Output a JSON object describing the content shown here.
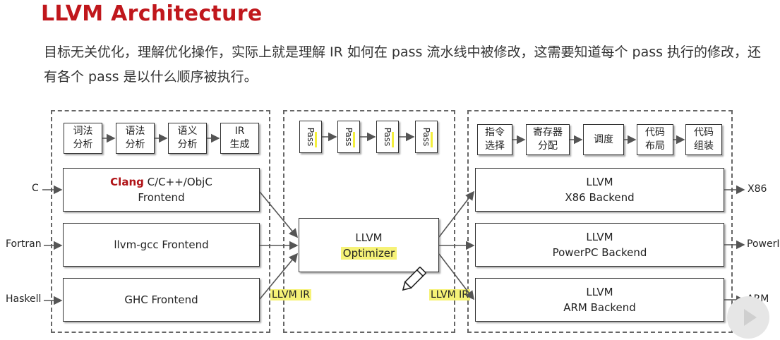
{
  "title": "LLVM Architecture",
  "description": "目标无关优化，理解优化操作，实际上就是理解 IR 如何在 pass 流水线中被修改，这需要知道每个 pass 执行的修改，还有各个 pass 是以什么顺序被执行。",
  "frontend": {
    "steps": [
      [
        "词法",
        "分析"
      ],
      [
        "语法",
        "分析"
      ],
      [
        "语义",
        "分析"
      ],
      [
        "IR",
        "生成"
      ]
    ],
    "inputs": [
      "C",
      "Fortran",
      "Haskell"
    ],
    "clang": {
      "brand": "Clang",
      "langs": "C/C++/ObjC",
      "suffix": "Frontend"
    },
    "llvm_gcc": "llvm-gcc Frontend",
    "ghc": "GHC Frontend"
  },
  "optimizer": {
    "passes": [
      "Pass",
      "Pass",
      "Pass",
      "Pass"
    ],
    "name": "LLVM",
    "sub": "Optimizer"
  },
  "ir_labels": [
    "LLVM IR",
    "LLVM IR"
  ],
  "backend": {
    "steps": [
      [
        "指令",
        "选择"
      ],
      [
        "寄存器",
        "分配"
      ],
      [
        "调度"
      ],
      [
        "代码",
        "布局"
      ],
      [
        "代码",
        "组装"
      ]
    ],
    "boxes": [
      {
        "name": "LLVM",
        "sub": "X86 Backend"
      },
      {
        "name": "LLVM",
        "sub": "PowerPC Backend"
      },
      {
        "name": "LLVM",
        "sub": "ARM Backend"
      }
    ],
    "outputs": [
      "X86",
      "PowerI",
      "ARM"
    ]
  },
  "colors": {
    "title": "#c0171c",
    "highlight": "#f6f277",
    "clang": "#b01418"
  },
  "icons": [
    "pencil-icon",
    "play-icon"
  ]
}
